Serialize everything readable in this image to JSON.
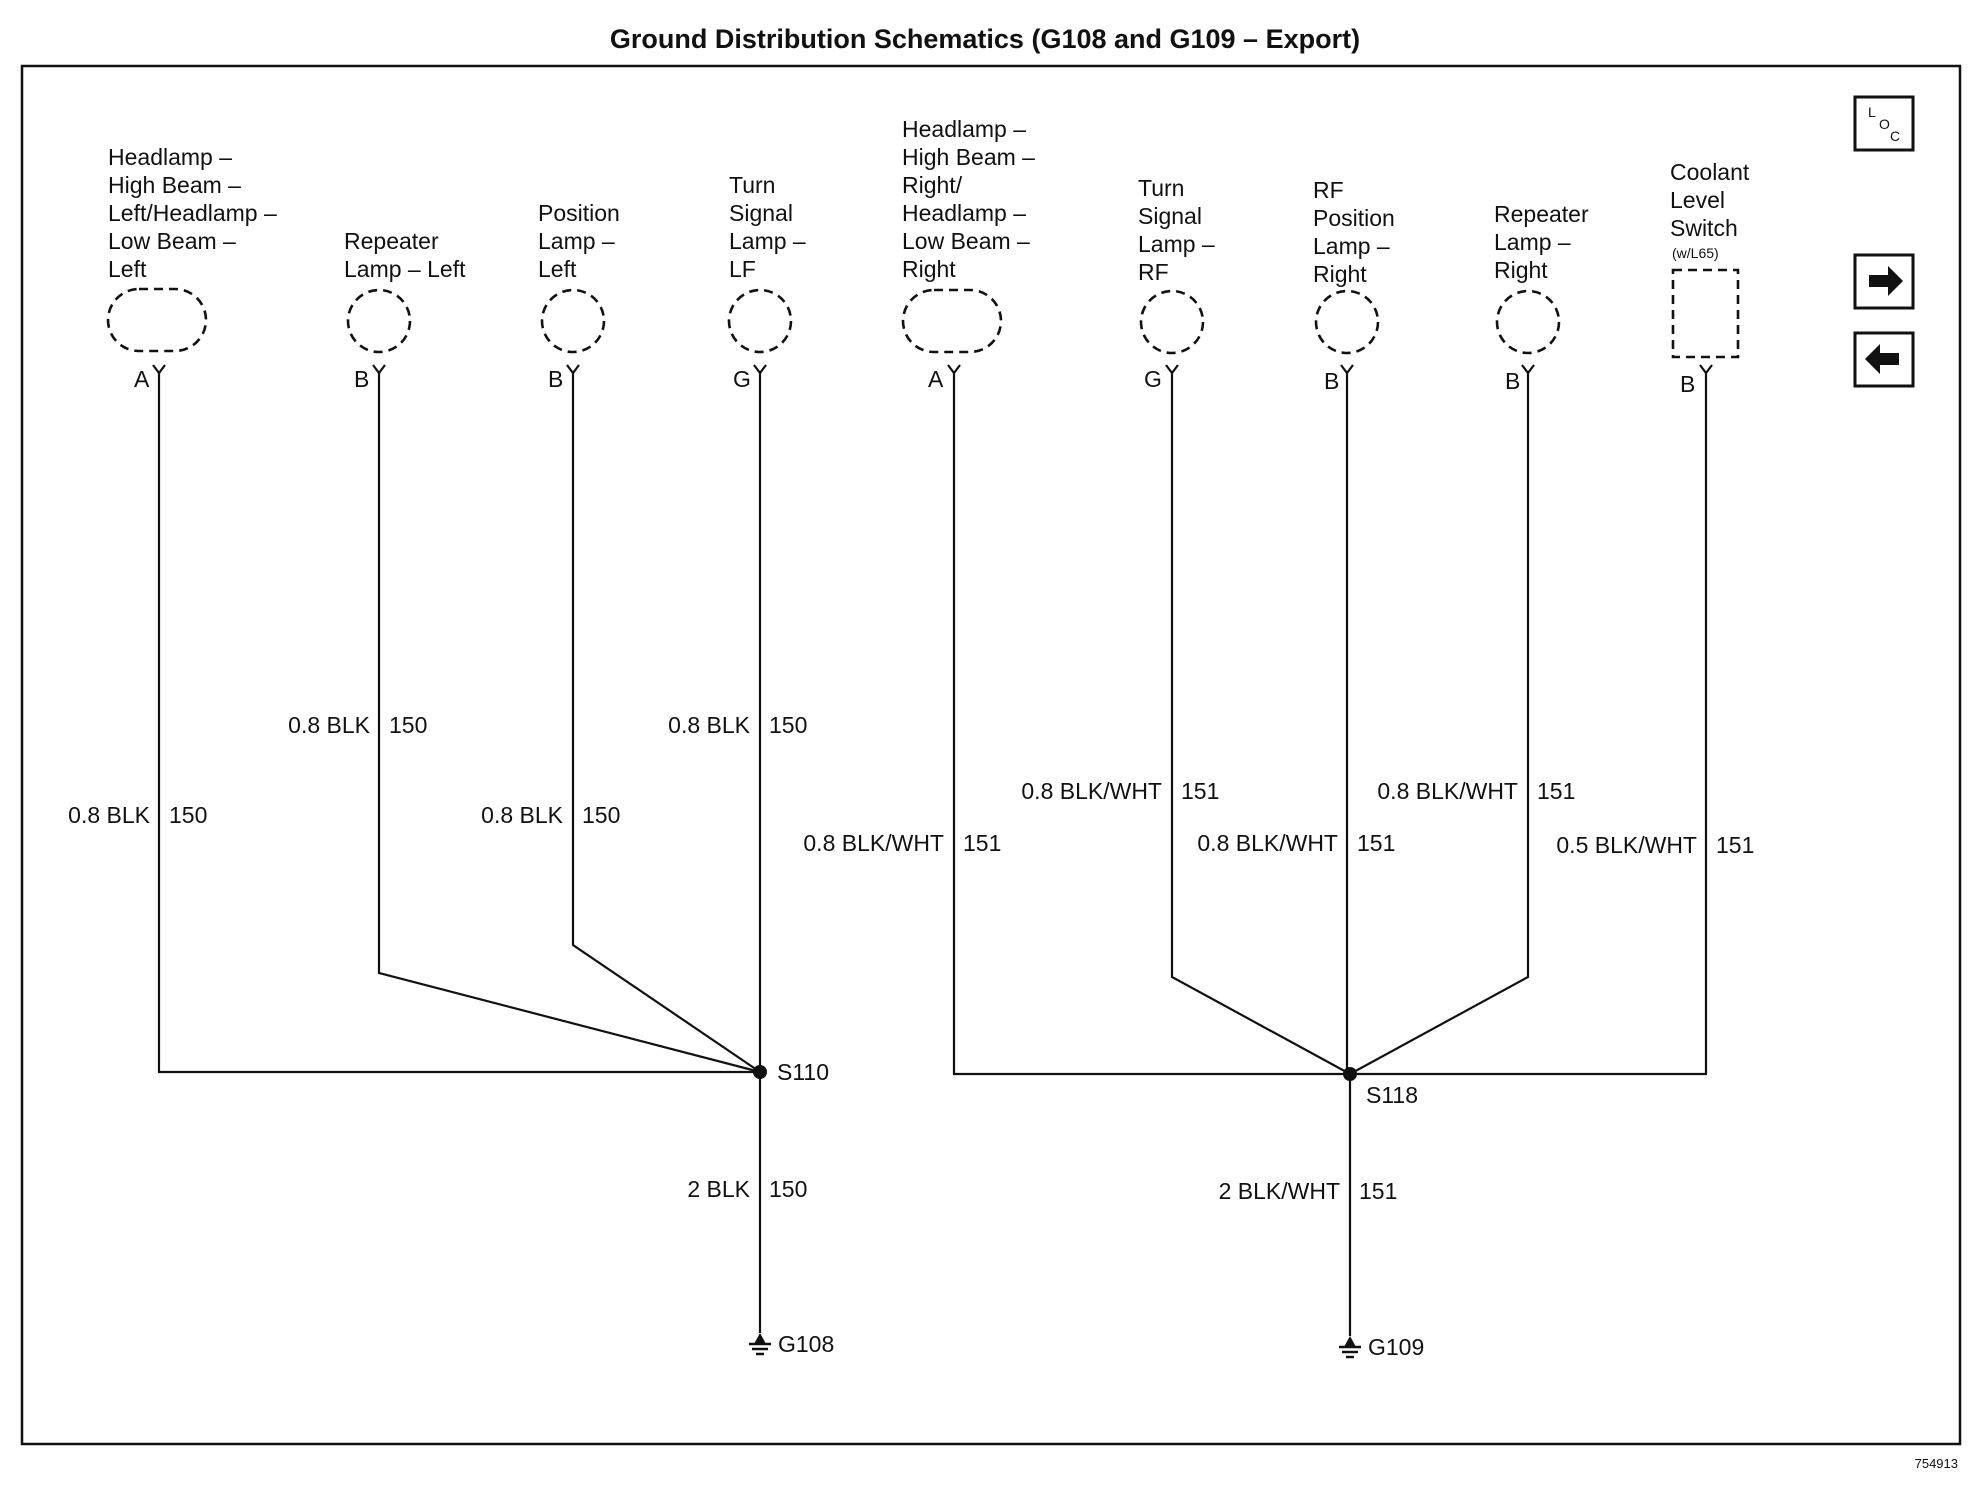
{
  "title": "Ground Distribution Schematics (G108 and G109 – Export)",
  "doc_number": "754913",
  "nav": {
    "loc_top": "L",
    "loc_mid": "O",
    "loc_sub": "C",
    "next_icon": "arrow-right-icon",
    "prev_icon": "arrow-left-icon"
  },
  "components": [
    {
      "lines": [
        "Headlamp –",
        "High Beam –",
        "Left/Headlamp –",
        "Low Beam –",
        "Left"
      ],
      "pin": "A"
    },
    {
      "lines": [
        "Repeater",
        "Lamp – Left"
      ],
      "pin": "B"
    },
    {
      "lines": [
        "Position",
        "Lamp –",
        "Left"
      ],
      "pin": "B"
    },
    {
      "lines": [
        "Turn",
        "Signal",
        "Lamp –",
        "LF"
      ],
      "pin": "G"
    },
    {
      "lines": [
        "Headlamp –",
        "High Beam –",
        "Right/",
        "Headlamp –",
        "Low Beam –",
        "Right"
      ],
      "pin": "A"
    },
    {
      "lines": [
        "Turn",
        "Signal",
        "Lamp –",
        "RF"
      ],
      "pin": "G"
    },
    {
      "lines": [
        "RF",
        "Position",
        "Lamp –",
        "Right"
      ],
      "pin": "B"
    },
    {
      "lines": [
        "Repeater",
        "Lamp –",
        "Right"
      ],
      "pin": "B"
    },
    {
      "lines": [
        "Coolant",
        "Level",
        "Switch"
      ],
      "option": "(w/L65)",
      "pin": "B"
    }
  ],
  "wires": [
    {
      "spec": "0.8 BLK",
      "circuit": "150"
    },
    {
      "spec": "0.8 BLK",
      "circuit": "150"
    },
    {
      "spec": "0.8 BLK",
      "circuit": "150"
    },
    {
      "spec": "0.8 BLK",
      "circuit": "150"
    },
    {
      "spec": "0.8 BLK/WHT",
      "circuit": "151"
    },
    {
      "spec": "0.8 BLK/WHT",
      "circuit": "151"
    },
    {
      "spec": "0.8 BLK/WHT",
      "circuit": "151"
    },
    {
      "spec": "0.8 BLK/WHT",
      "circuit": "151"
    },
    {
      "spec": "0.5 BLK/WHT",
      "circuit": "151"
    }
  ],
  "splices": [
    {
      "name": "S110",
      "ground_wire_spec": "2 BLK",
      "ground_wire_circuit": "150",
      "ground": "G108"
    },
    {
      "name": "S118",
      "ground_wire_spec": "2 BLK/WHT",
      "ground_wire_circuit": "151",
      "ground": "G109"
    }
  ]
}
